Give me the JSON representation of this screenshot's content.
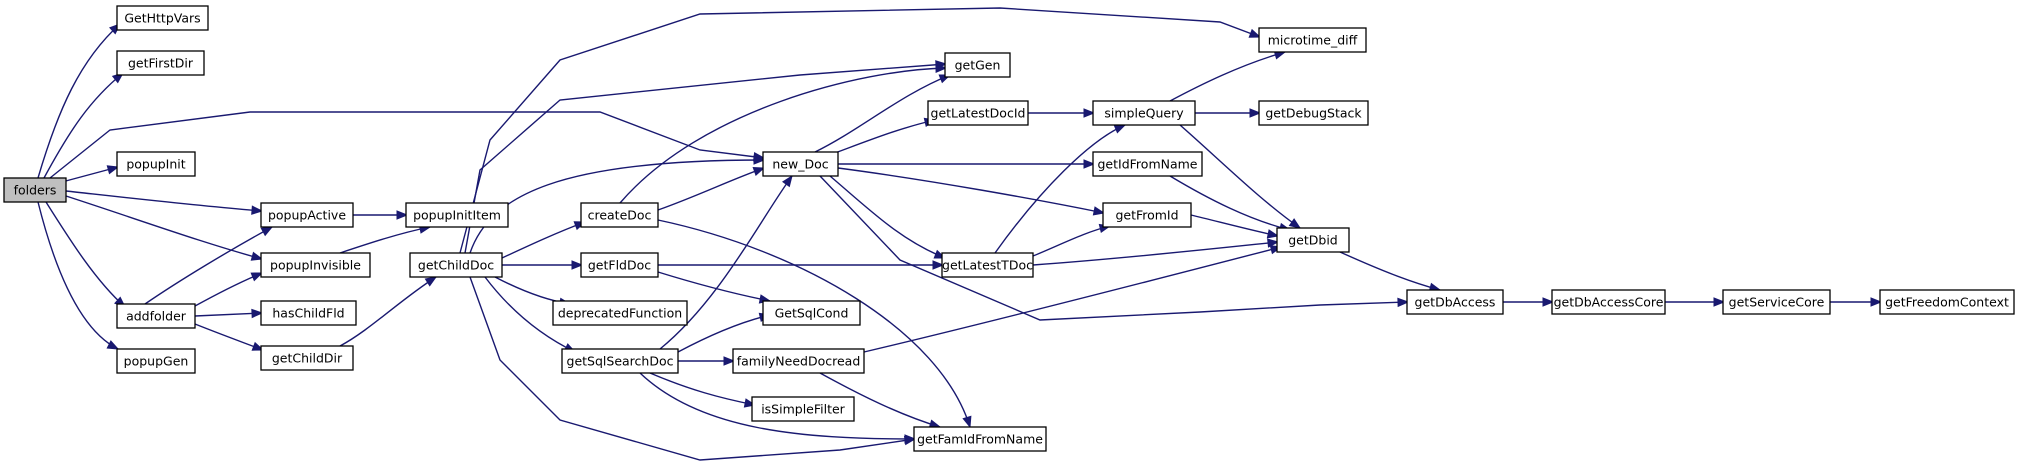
{
  "graph": {
    "nodes": [
      {
        "id": "folders",
        "label": "folders",
        "root": true
      },
      {
        "id": "GetHttpVars",
        "label": "GetHttpVars"
      },
      {
        "id": "getFirstDir",
        "label": "getFirstDir"
      },
      {
        "id": "popupInit",
        "label": "popupInit"
      },
      {
        "id": "addfolder",
        "label": "addfolder"
      },
      {
        "id": "popupGen",
        "label": "popupGen"
      },
      {
        "id": "popupActive",
        "label": "popupActive"
      },
      {
        "id": "popupInvisible",
        "label": "popupInvisible"
      },
      {
        "id": "hasChildFld",
        "label": "hasChildFld"
      },
      {
        "id": "getChildDir",
        "label": "getChildDir"
      },
      {
        "id": "popupInitItem",
        "label": "popupInitItem"
      },
      {
        "id": "getChildDoc",
        "label": "getChildDoc"
      },
      {
        "id": "createDoc",
        "label": "createDoc"
      },
      {
        "id": "getFldDoc",
        "label": "getFldDoc"
      },
      {
        "id": "deprecatedFunction",
        "label": "deprecatedFunction"
      },
      {
        "id": "getSqlSearchDoc",
        "label": "getSqlSearchDoc"
      },
      {
        "id": "new_Doc",
        "label": "new_Doc"
      },
      {
        "id": "GetSqlCond",
        "label": "GetSqlCond"
      },
      {
        "id": "familyNeedDocread",
        "label": "familyNeedDocread"
      },
      {
        "id": "isSimpleFilter",
        "label": "isSimpleFilter"
      },
      {
        "id": "getGen",
        "label": "getGen"
      },
      {
        "id": "getLatestDocId",
        "label": "getLatestDocId"
      },
      {
        "id": "getFamIdFromName",
        "label": "getFamIdFromName"
      },
      {
        "id": "getIdFromName",
        "label": "getIdFromName"
      },
      {
        "id": "getFromId",
        "label": "getFromId"
      },
      {
        "id": "getLatestTDoc",
        "label": "getLatestTDoc"
      },
      {
        "id": "simpleQuery",
        "label": "simpleQuery"
      },
      {
        "id": "microtime_diff",
        "label": "microtime_diff"
      },
      {
        "id": "getDebugStack",
        "label": "getDebugStack"
      },
      {
        "id": "getDbid",
        "label": "getDbid"
      },
      {
        "id": "getDbAccess",
        "label": "getDbAccess"
      },
      {
        "id": "getDbAccessCore",
        "label": "getDbAccessCore"
      },
      {
        "id": "getServiceCore",
        "label": "getServiceCore"
      },
      {
        "id": "getFreedomContext",
        "label": "getFreedomContext"
      }
    ],
    "edges": [
      [
        "folders",
        "GetHttpVars"
      ],
      [
        "folders",
        "getFirstDir"
      ],
      [
        "folders",
        "new_Doc"
      ],
      [
        "folders",
        "popupInit"
      ],
      [
        "folders",
        "popupActive"
      ],
      [
        "folders",
        "popupInvisible"
      ],
      [
        "folders",
        "addfolder"
      ],
      [
        "folders",
        "popupGen"
      ],
      [
        "addfolder",
        "popupActive"
      ],
      [
        "addfolder",
        "popupInvisible"
      ],
      [
        "addfolder",
        "hasChildFld"
      ],
      [
        "addfolder",
        "getChildDir"
      ],
      [
        "popupActive",
        "popupInitItem"
      ],
      [
        "popupInvisible",
        "popupInitItem"
      ],
      [
        "getChildDir",
        "getChildDoc"
      ],
      [
        "getChildDoc",
        "microtime_diff"
      ],
      [
        "getChildDoc",
        "getGen"
      ],
      [
        "getChildDoc",
        "new_Doc"
      ],
      [
        "getChildDoc",
        "createDoc"
      ],
      [
        "getChildDoc",
        "getFldDoc"
      ],
      [
        "getChildDoc",
        "deprecatedFunction"
      ],
      [
        "getChildDoc",
        "getSqlSearchDoc"
      ],
      [
        "getChildDoc",
        "getFamIdFromName"
      ],
      [
        "createDoc",
        "getGen"
      ],
      [
        "createDoc",
        "new_Doc"
      ],
      [
        "createDoc",
        "getFamIdFromName"
      ],
      [
        "getFldDoc",
        "getLatestTDoc"
      ],
      [
        "getFldDoc",
        "GetSqlCond"
      ],
      [
        "getSqlSearchDoc",
        "new_Doc"
      ],
      [
        "getSqlSearchDoc",
        "GetSqlCond"
      ],
      [
        "getSqlSearchDoc",
        "familyNeedDocread"
      ],
      [
        "getSqlSearchDoc",
        "isSimpleFilter"
      ],
      [
        "getSqlSearchDoc",
        "getFamIdFromName"
      ],
      [
        "familyNeedDocread",
        "getFamIdFromName"
      ],
      [
        "familyNeedDocread",
        "getDbid"
      ],
      [
        "new_Doc",
        "getGen"
      ],
      [
        "new_Doc",
        "getLatestDocId"
      ],
      [
        "new_Doc",
        "getIdFromName"
      ],
      [
        "new_Doc",
        "getFromId"
      ],
      [
        "new_Doc",
        "getLatestTDoc"
      ],
      [
        "new_Doc",
        "getDbAccess"
      ],
      [
        "getLatestDocId",
        "simpleQuery"
      ],
      [
        "getLatestTDoc",
        "simpleQuery"
      ],
      [
        "getLatestTDoc",
        "getFromId"
      ],
      [
        "getLatestTDoc",
        "getDbid"
      ],
      [
        "getIdFromName",
        "getDbid"
      ],
      [
        "getFromId",
        "getDbid"
      ],
      [
        "simpleQuery",
        "microtime_diff"
      ],
      [
        "simpleQuery",
        "getDebugStack"
      ],
      [
        "simpleQuery",
        "getDbid"
      ],
      [
        "getDbid",
        "getDbAccess"
      ],
      [
        "getDbAccess",
        "getDbAccessCore"
      ],
      [
        "getDbAccessCore",
        "getServiceCore"
      ],
      [
        "getServiceCore",
        "getFreedomContext"
      ]
    ]
  }
}
